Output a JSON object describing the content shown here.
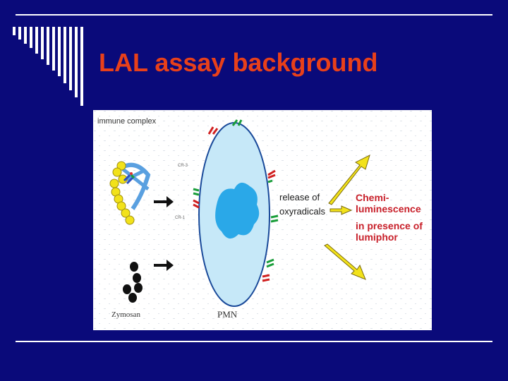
{
  "slide": {
    "title": "LAL assay background",
    "colors": {
      "background": "#0a0a7a",
      "title": "#e8401a",
      "accent_red": "#c8202a"
    }
  },
  "figure": {
    "immune_complex_label": "immune complex",
    "cr3_label": "CR-3",
    "cr1_label": "CR-1",
    "release_label_line1": "release of",
    "release_label_line2": "oxyradicals",
    "chemi_line1": "Chemi-",
    "chemi_line2": "luminescence",
    "presence_line1": "in presence of",
    "presence_line2": "lumiphor",
    "zymosan_label": "Zymosan",
    "pmn_label": "PMN"
  }
}
